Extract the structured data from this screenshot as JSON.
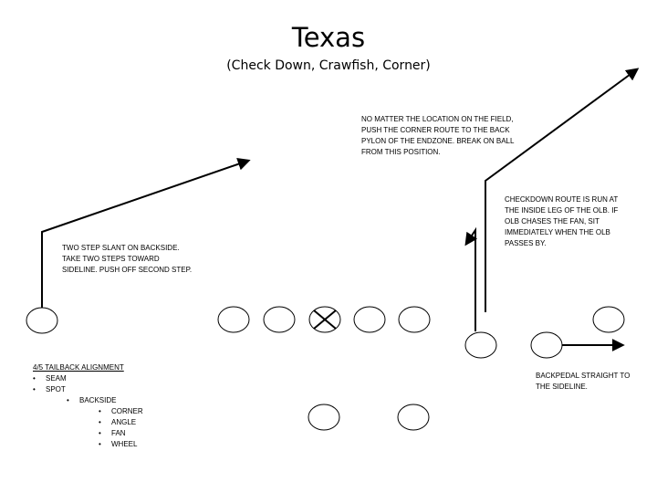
{
  "title": "Texas",
  "subtitle": "(Check Down, Crawfish, Corner)",
  "notes": {
    "corner": [
      "NO MATTER THE LOCATION ON THE FIELD,",
      "PUSH THE CORNER ROUTE TO THE BACK",
      "PYLON OF THE ENDZONE.  BREAK ON BALL",
      "FROM THIS POSITION."
    ],
    "checkdown": [
      "CHECKDOWN ROUTE IS RUN AT",
      "THE INSIDE LEG OF THE OLB.  IF",
      "OLB CHASES THE FAN, SIT",
      "IMMEDIATELY WHEN THE OLB",
      "PASSES BY."
    ],
    "slant": [
      "TWO STEP SLANT ON BACKSIDE.",
      "TAKE TWO STEPS TOWARD",
      "SIDELINE.  PUSH OFF SECOND STEP."
    ],
    "backpedal": [
      "BACKPEDAL STRAIGHT TO",
      "THE SIDELINE."
    ]
  },
  "alignment": {
    "heading": "4/5 TAILBACK ALIGNMENT",
    "items": [
      {
        "level": 1,
        "text": "SEAM"
      },
      {
        "level": 1,
        "text": "SPOT"
      },
      {
        "level": 2,
        "text": "BACKSIDE"
      },
      {
        "level": 3,
        "text": "CORNER"
      },
      {
        "level": 3,
        "text": "ANGLE"
      },
      {
        "level": 3,
        "text": "FAN"
      },
      {
        "level": 3,
        "text": "WHEEL"
      }
    ]
  },
  "colors": {
    "ink": "#000000",
    "background": "#ffffff"
  }
}
